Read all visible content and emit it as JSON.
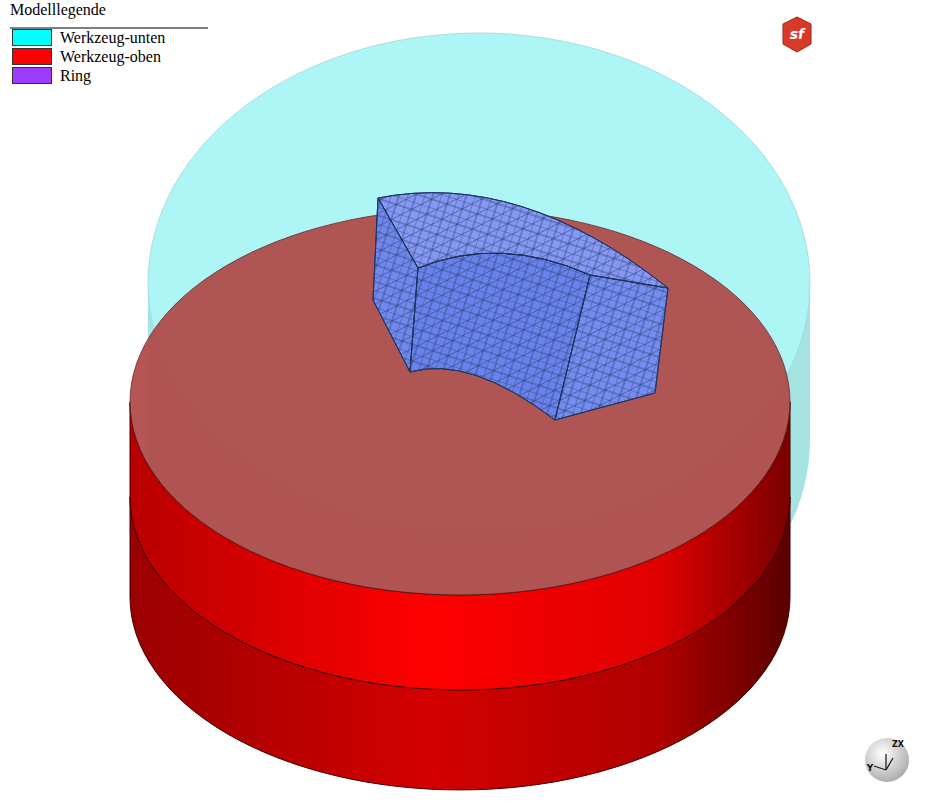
{
  "diagram": {
    "title": "Modelllegende",
    "labels": [
      "sf",
      "ZX",
      "Y"
    ],
    "legend": [
      {
        "text": "Werkzeug-unten",
        "color": "#00ffff"
      },
      {
        "text": "Werkzeug-oben",
        "color": "#ff0000"
      },
      {
        "text": "Ring",
        "color": "#9b3cff"
      }
    ]
  }
}
